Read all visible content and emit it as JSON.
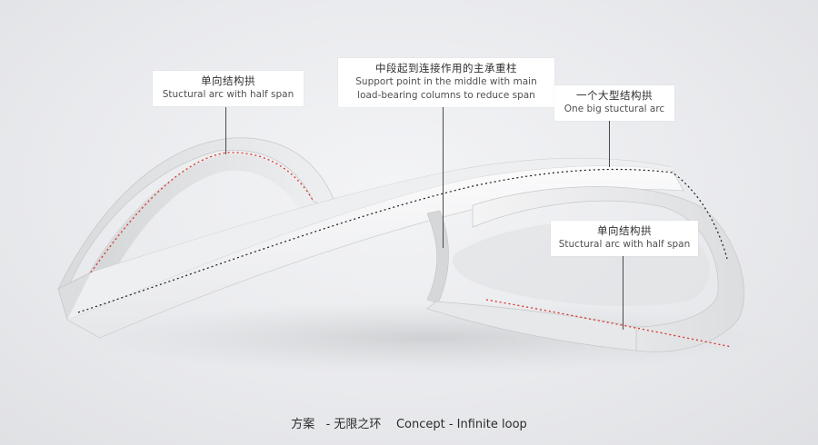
{
  "annotations": {
    "left_arc": {
      "zh": "单向结构拱",
      "en": "Stuctural arc with half span"
    },
    "middle_support": {
      "zh": "中段起到连接作用的主承重柱",
      "en_line1": "Support point in the middle with main",
      "en_line2": "load-bearing columns to reduce span"
    },
    "big_arc": {
      "zh": "一个大型结构拱",
      "en": "One big stuctural arc"
    },
    "right_arc": {
      "zh": "单向结构拱",
      "en": "Stuctural arc with half span"
    }
  },
  "caption": "方案   - 无限之环    Concept - Infinite loop",
  "colors": {
    "background": "#eaebee",
    "paper": "#f7f7f8",
    "red_dotted_line": "#d8322a",
    "black_dotted_line": "#1a1a1a",
    "leader_line": "#4a4a4a"
  }
}
